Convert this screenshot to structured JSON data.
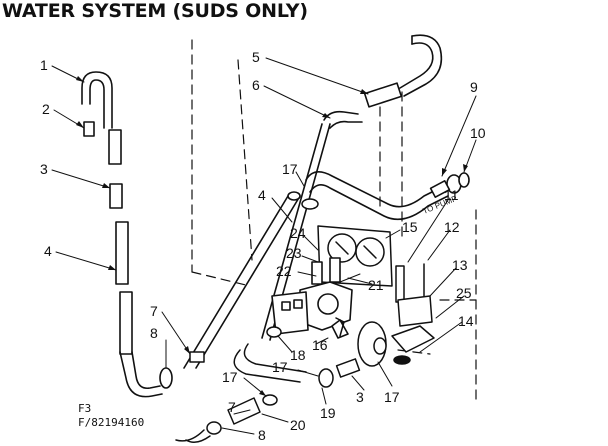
{
  "title": "WATER SYSTEM (SUDS ONLY)",
  "figure_code": "F3",
  "part_number": "F/82194160",
  "to_pump_label": "TO PUMP",
  "callouts": {
    "c1": "1",
    "c2": "2",
    "c3": "3",
    "c4a": "4",
    "c4b": "4",
    "c5": "5",
    "c6": "6",
    "c7a": "7",
    "c7b": "7",
    "c8a": "8",
    "c8b": "8",
    "c9": "9",
    "c10": "10",
    "c11": "11",
    "c12": "12",
    "c13": "13",
    "c14": "14",
    "c15": "15",
    "c16": "16",
    "c17a": "17",
    "c17b": "17",
    "c17c": "17",
    "c17d": "17",
    "c18": "18",
    "c19": "19",
    "c20": "20",
    "c21": "21",
    "c22": "22",
    "c23": "23",
    "c24": "24",
    "c25": "25",
    "c3b": "3"
  }
}
